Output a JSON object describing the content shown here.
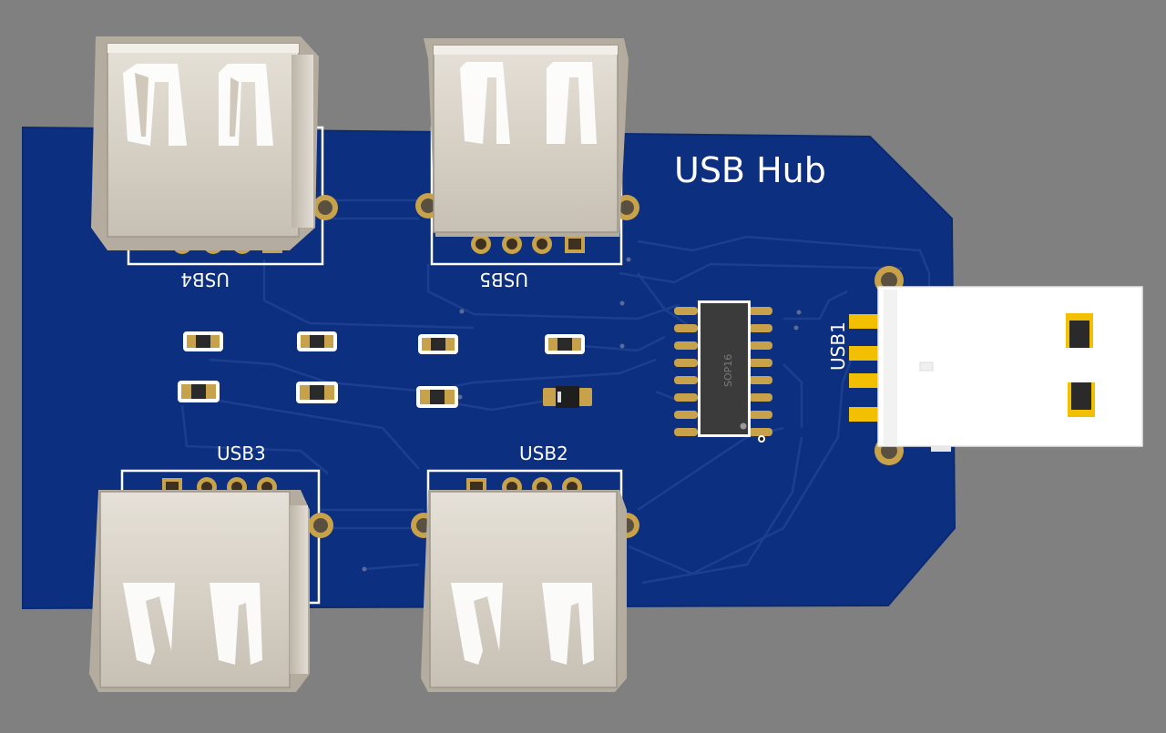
{
  "board": {
    "title": "USB Hub",
    "colors": {
      "background": "#808080",
      "pcb": "#0c2f7f",
      "trace": "#1d3f8f",
      "silkscreen": "#ffffff",
      "pad": "#c8a24a",
      "connector_metal": "#d8d2c8",
      "usb_plug": "#ffffff",
      "ic_body": "#3b3b3b"
    }
  },
  "connectors": {
    "usb1": "USB1",
    "usb2": "USB2",
    "usb3": "USB3",
    "usb4": "USB4",
    "usb5": "USB5"
  },
  "ic": {
    "package": "SOP16"
  },
  "passives": {
    "count": 8
  }
}
